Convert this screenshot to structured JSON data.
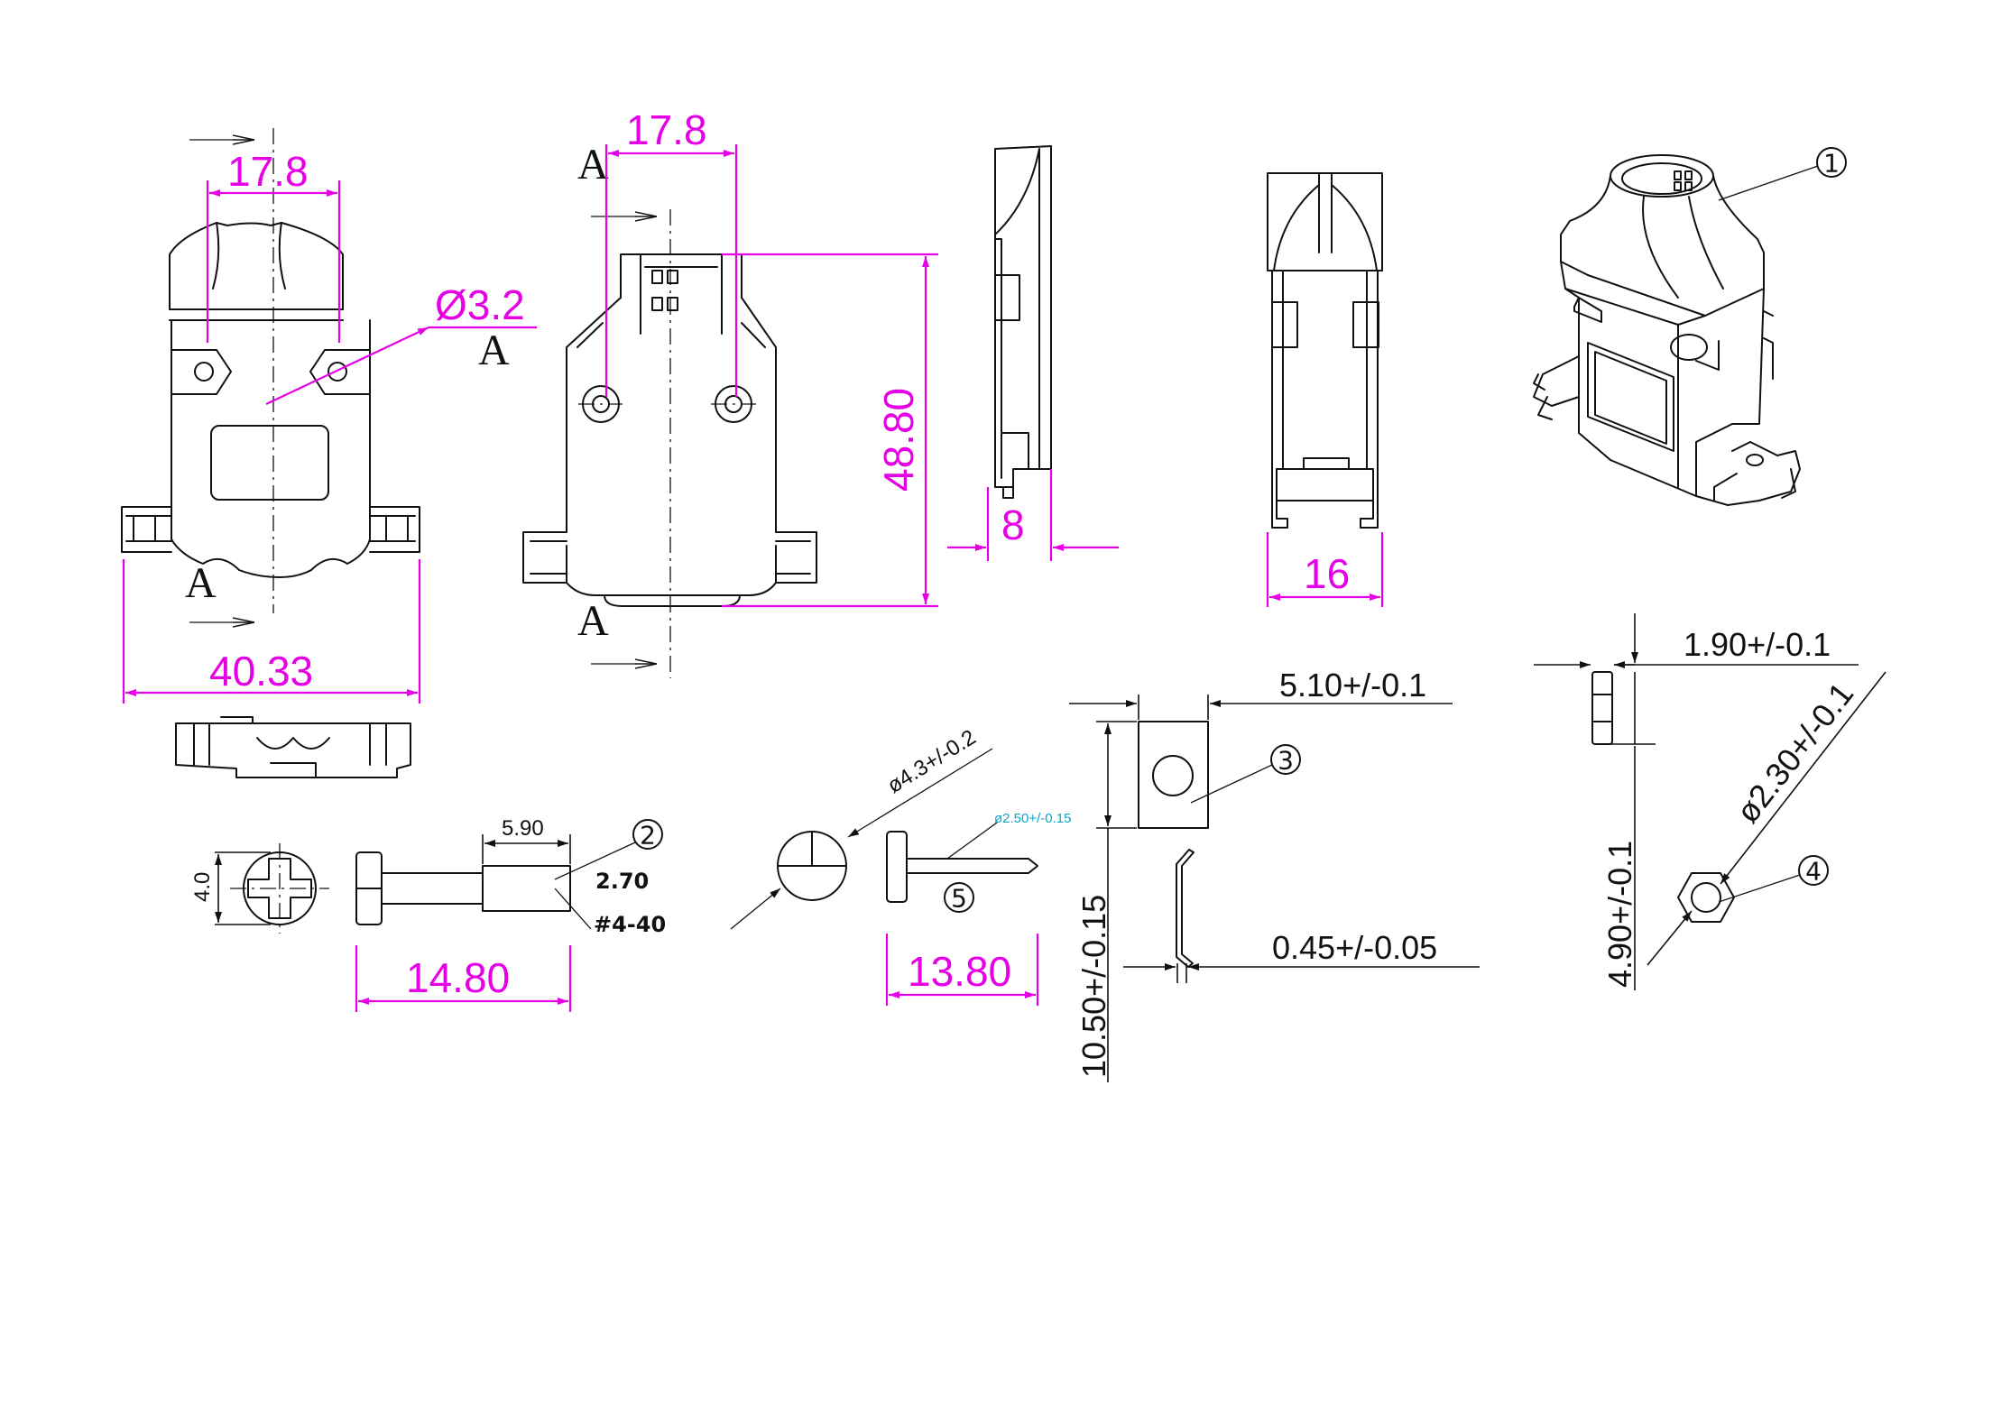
{
  "dimensions": {
    "front_slot_width": "17.8",
    "hole_diameter": "Ø3.2",
    "overall_width": "40.33",
    "rear_slot_width": "17.8",
    "overall_height": "48.80",
    "side_offset": "8",
    "side_depth": "16",
    "screw_head_dia": "4.0",
    "screw_thread_len": "5.90",
    "screw_thread_dia": "2.70",
    "screw_thread_type": "#4-40",
    "screw_length": "14.80",
    "pin_head_dia": "ø4.3+/-0.2",
    "pin_dia": "ø2.50+/-0.15",
    "pin_length": "13.80",
    "clip_width": "5.10+/-0.1",
    "clip_height": "10.50+/-0.15",
    "clip_thickness": "0.45+/-0.05",
    "nut_thickness": "1.90+/-0.1",
    "nut_hole_dia": "ø2.30+/-0.1",
    "nut_width": "4.90+/-0.1"
  },
  "section_marks": {
    "front_top": "A",
    "front_bottom": "A",
    "rear_top": "A",
    "rear_bottom": "A"
  },
  "balloons": {
    "housing": "1",
    "screw": "2",
    "clip": "3",
    "nut": "4",
    "pin": "5"
  },
  "colors": {
    "dimension": "#e600e6",
    "outline": "#111111",
    "pin_callout": "#0aa6c8"
  }
}
